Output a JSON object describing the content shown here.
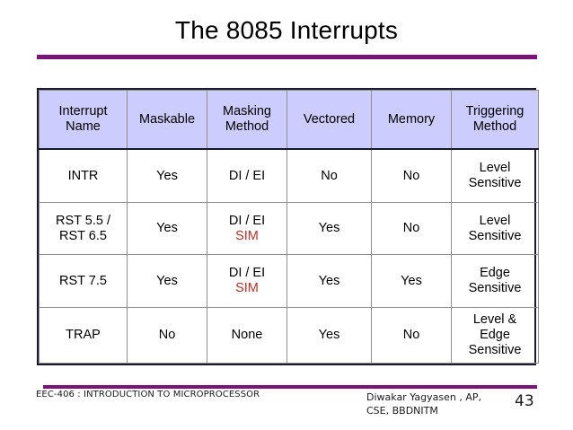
{
  "slide": {
    "title": "The 8085 Interrupts",
    "page_number": "43",
    "accent_color": "#7B1479",
    "header_fill": "#CCCCFF",
    "highlight_color": "#B0302B"
  },
  "table": {
    "headers": [
      "Interrupt Name",
      "Maskable",
      "Masking Method",
      "Vectored",
      "Memory",
      "Triggering Method"
    ],
    "header_lines": [
      [
        "Interrupt",
        "Name"
      ],
      [
        "Maskable"
      ],
      [
        "Masking",
        "Method"
      ],
      [
        "Vectored"
      ],
      [
        "Memory"
      ],
      [
        "Triggering",
        "Method"
      ]
    ],
    "rows": [
      {
        "name_lines": [
          "INTR"
        ],
        "maskable": "Yes",
        "maskable_red": false,
        "masking_lines": [
          "DI / EI"
        ],
        "masking_red_lines": [],
        "vectored": "No",
        "vectored_red": false,
        "memory": "No",
        "memory_red": false,
        "trigger_lines": [
          "Level",
          "Sensitive"
        ],
        "trigger_red": false
      },
      {
        "name_lines": [
          "RST 5.5 /",
          "RST 6.5"
        ],
        "maskable": "Yes",
        "maskable_red": false,
        "masking_lines": [
          "DI / EI"
        ],
        "masking_red_lines": [
          "SIM"
        ],
        "vectored": "Yes",
        "vectored_red": false,
        "memory": "No",
        "memory_red": false,
        "trigger_lines": [
          "Level",
          "Sensitive"
        ],
        "trigger_red": false
      },
      {
        "name_lines": [
          "RST 7.5"
        ],
        "maskable": "Yes",
        "maskable_red": false,
        "masking_lines": [
          "DI / EI"
        ],
        "masking_red_lines": [
          "SIM"
        ],
        "vectored": "Yes",
        "vectored_red": false,
        "memory": "Yes",
        "memory_red": true,
        "trigger_lines": [
          "Edge",
          "Sensitive"
        ],
        "trigger_red": true
      },
      {
        "name_lines": [
          "TRAP"
        ],
        "maskable": "No",
        "maskable_red": true,
        "masking_lines": [
          "None"
        ],
        "masking_red_lines": [],
        "masking_all_red": true,
        "vectored": "Yes",
        "vectored_red": false,
        "memory": "No",
        "memory_red": false,
        "trigger_lines": [
          "Level &",
          "Edge",
          "Sensitive"
        ],
        "trigger_red": true
      }
    ]
  },
  "footer": {
    "course": "EEC-406 : INTRODUCTION TO MICROPROCESSOR",
    "author_line1": "Diwakar Yagyasen , AP,",
    "author_line2": "CSE, BBDNITM",
    "page": "43"
  }
}
